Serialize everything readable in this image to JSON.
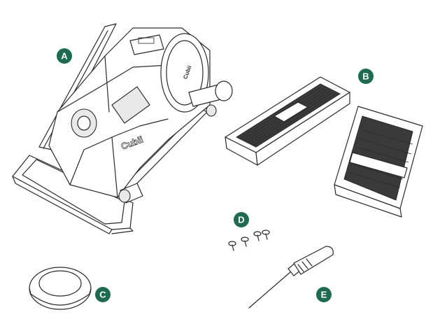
{
  "badges": {
    "a": "A",
    "b": "B",
    "c": "C",
    "d": "D",
    "e": "E"
  },
  "brand_text": "Cubii",
  "colors": {
    "badge": "#1e6b52",
    "line": "#2a2a2a"
  }
}
